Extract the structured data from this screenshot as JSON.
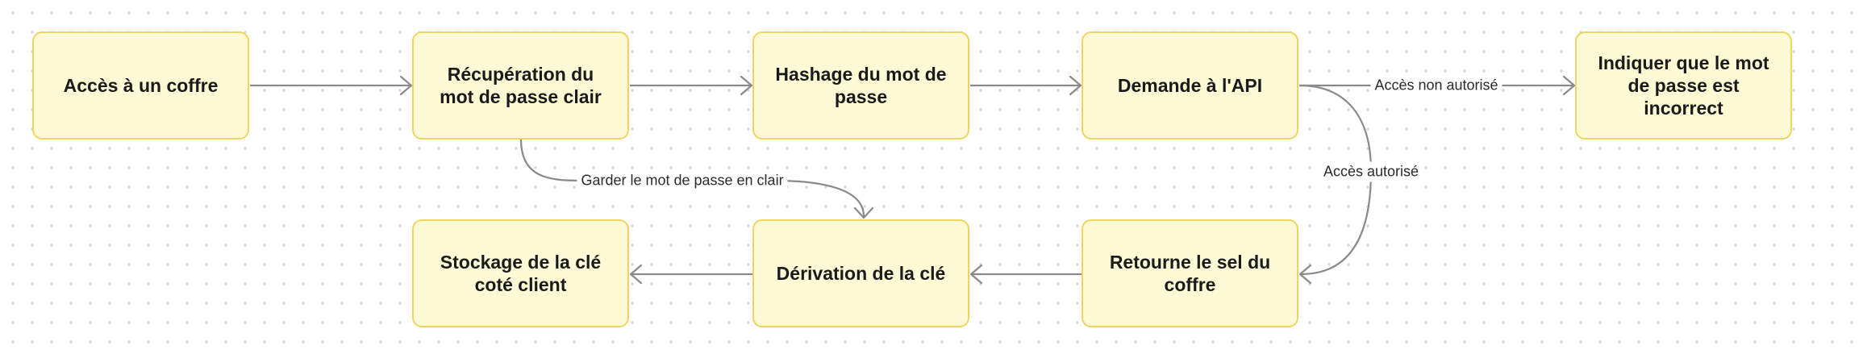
{
  "diagram": {
    "nodes": {
      "acces_coffre": "Accès à un coffre",
      "recuperation": "Récupération du mot de passe clair",
      "hashage": "Hashage du mot de passe",
      "demande_api": "Demande à l'API",
      "indiquer_incorrect": "Indiquer que le mot de passe est incorrect",
      "stockage_cle": "Stockage de la clé coté client",
      "derivation_cle": "Dérivation de la clé",
      "retourne_sel": "Retourne le sel du coffre"
    },
    "edges": {
      "non_autorise": "Accès non autorisé",
      "autorise": "Accès autorisé",
      "garder_clair": "Garder le mot de passe en clair"
    }
  },
  "colors": {
    "node_fill": "#fffad6",
    "node_border": "#f0d461",
    "edge": "#8a8a8a"
  }
}
